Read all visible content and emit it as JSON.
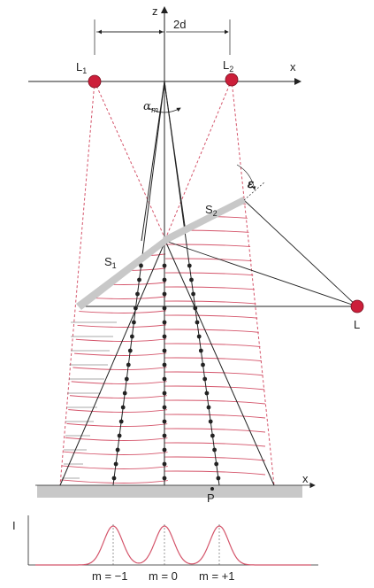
{
  "colors": {
    "source": "#cc1f3a",
    "fringe": "#d4546a",
    "beam": "#222222",
    "mirror": "#c8c8c8",
    "screen": "#c8c8c8",
    "grid": "#bbbbbb"
  },
  "labels": {
    "z_axis": "z",
    "x_axis_top": "x",
    "x_axis_bottom": "x",
    "separation": "2d",
    "alpha": "α",
    "alpha_sub": "m",
    "epsilon": "ε",
    "source_1": "L",
    "source_1_sub": "1",
    "source_2": "L",
    "source_2_sub": "2",
    "source_real": "L",
    "mirror_1": "S",
    "mirror_1_sub": "1",
    "mirror_2": "S",
    "mirror_2_sub": "2",
    "point_p": "P",
    "intensity": "I"
  },
  "orders": [
    {
      "label": "m = −1"
    },
    {
      "label": "m = 0"
    },
    {
      "label": "m = +1"
    }
  ],
  "icons": {
    "source": "filled-circle",
    "intersection": "dot"
  }
}
